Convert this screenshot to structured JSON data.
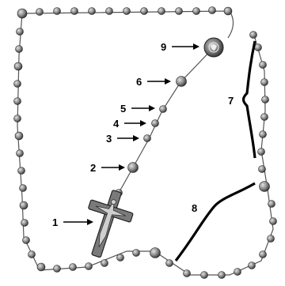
{
  "labels": [
    {
      "id": "crucifix",
      "number": "1"
    },
    {
      "id": "large-bead-lower",
      "number": "2"
    },
    {
      "id": "small-bead-3",
      "number": "3"
    },
    {
      "id": "small-bead-4",
      "number": "4"
    },
    {
      "id": "small-bead-5",
      "number": "5"
    },
    {
      "id": "large-bead-upper",
      "number": "6"
    },
    {
      "id": "decade-bracket-upper",
      "number": "7"
    },
    {
      "id": "decade-bracket-lower",
      "number": "8"
    },
    {
      "id": "centerpiece-medal",
      "number": "9"
    }
  ],
  "colors": {
    "bead_dark": "#3a3a3a",
    "bead_light": "#d8d8d8",
    "chain": "#555555",
    "ink": "#000000"
  }
}
